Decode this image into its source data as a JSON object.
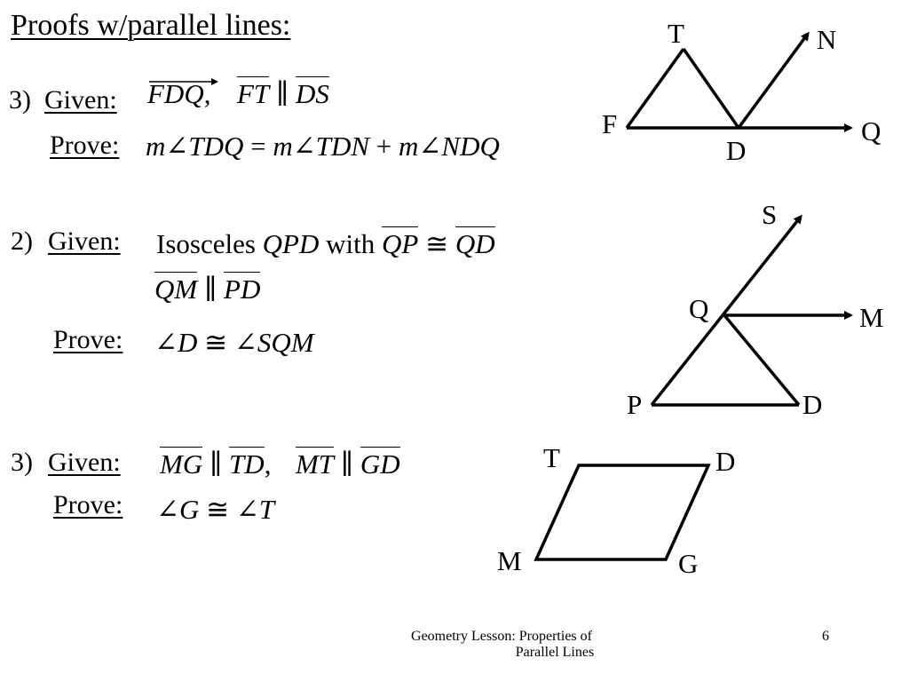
{
  "title": "Proofs w/parallel lines:",
  "problems": [
    {
      "number": "3)",
      "given_label": "Given:",
      "prove_label": "Prove:",
      "given": {
        "ray": "FDQ",
        "comma": ",",
        "seg1": "FT",
        "parallel": "∥",
        "seg2": "DS"
      },
      "prove": {
        "m1": "m",
        "ang1": "∠TDQ",
        "eq": "=",
        "m2": "m",
        "ang2": "∠TDN",
        "plus": "+",
        "m3": "m",
        "ang3": "∠NDQ"
      },
      "figure": {
        "points": [
          "T",
          "N",
          "F",
          "Q",
          "D"
        ]
      }
    },
    {
      "number": "2)",
      "given_label": "Given:",
      "prove_label": "Prove:",
      "given": {
        "iso_word": "Isosceles",
        "tri_symbol": "",
        "tri_name": "QPD",
        "with_word": "with",
        "seg1": "QP",
        "cong": "≅",
        "seg2": "QD",
        "seg3": "QM",
        "parallel": "∥",
        "seg4": "PD"
      },
      "prove": {
        "ang1": "∠D",
        "cong": "≅",
        "ang2": "∠SQM"
      },
      "figure": {
        "points": [
          "S",
          "Q",
          "M",
          "P",
          "D"
        ]
      }
    },
    {
      "number": "3)",
      "given_label": "Given:",
      "prove_label": "Prove:",
      "given": {
        "seg1": "MG",
        "parallel1": "∥",
        "seg2": "TD",
        "comma": ",",
        "seg3": "MT",
        "parallel2": "∥",
        "seg4": "GD"
      },
      "prove": {
        "ang1": "∠G",
        "cong": "≅",
        "ang2": "∠T"
      },
      "figure": {
        "points": [
          "T",
          "D",
          "M",
          "G"
        ]
      }
    }
  ],
  "footer": {
    "line1": "Geometry Lesson: Properties of",
    "line2": "Parallel Lines",
    "page_number": "6"
  }
}
